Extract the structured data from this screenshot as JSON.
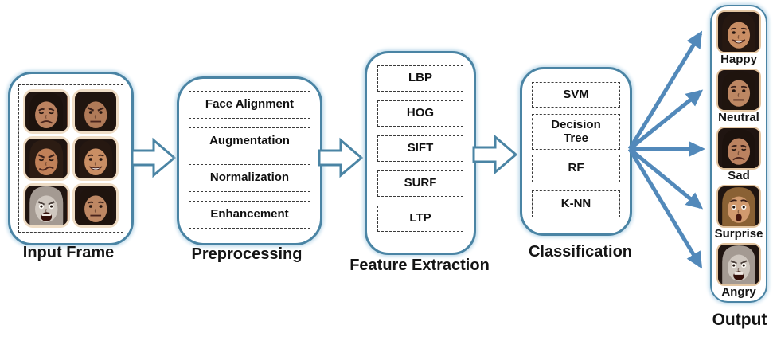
{
  "stages": {
    "input": {
      "label": "Input Frame",
      "faces": [
        {
          "expression": "sad"
        },
        {
          "expression": "angry"
        },
        {
          "expression": "disgust"
        },
        {
          "expression": "happy"
        },
        {
          "expression": "scream"
        },
        {
          "expression": "neutral"
        }
      ]
    },
    "preprocessing": {
      "label": "Preprocessing",
      "steps": [
        "Face Alignment",
        "Augmentation",
        "Normalization",
        "Enhancement"
      ]
    },
    "feature_extraction": {
      "label": "Feature Extraction",
      "methods": [
        "LBP",
        "HOG",
        "SIFT",
        "SURF",
        "LTP"
      ]
    },
    "classification": {
      "label": "Classification",
      "classifiers": [
        "SVM",
        "Decision Tree",
        "RF",
        "K-NN"
      ]
    },
    "output": {
      "label": "Output",
      "emotions": [
        {
          "label": "Happy",
          "expression": "happy"
        },
        {
          "label": "Neutral",
          "expression": "neutral"
        },
        {
          "label": "Sad",
          "expression": "sad"
        },
        {
          "label": "Surprise",
          "expression": "surprise"
        },
        {
          "label": "Angry",
          "expression": "scream"
        }
      ]
    }
  },
  "colors": {
    "box_border": "#4a84a4",
    "box_glow": "#c3ddec",
    "fan_arrow": "#5289ba",
    "hollow_arrow_stroke": "#4a84a4",
    "text": "#141414",
    "face_frame": "#efddc6",
    "face_background": "#e99b6f"
  }
}
